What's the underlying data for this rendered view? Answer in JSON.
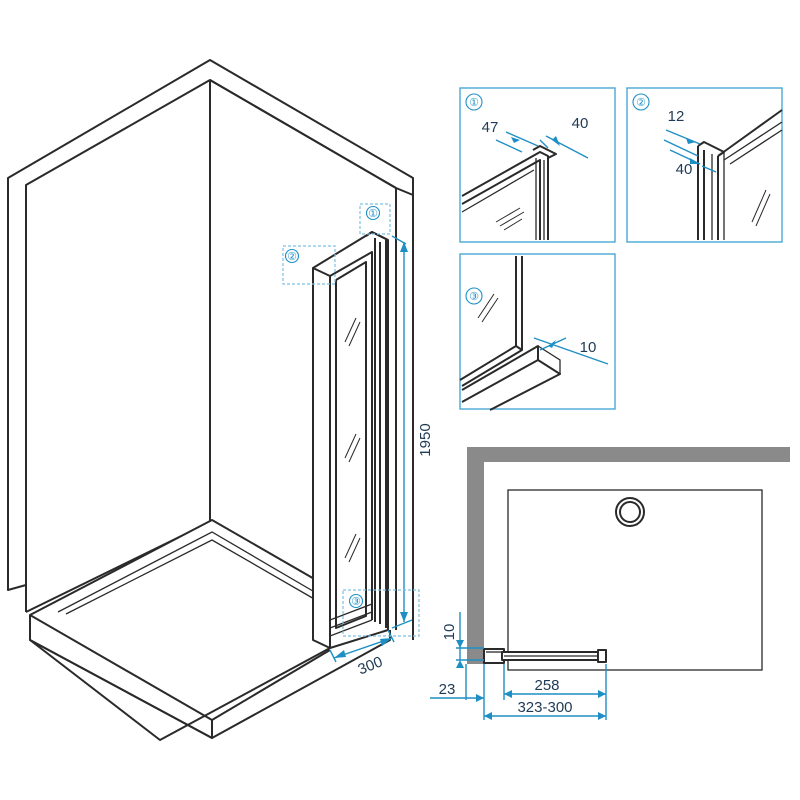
{
  "perspective": {
    "height_label": "1950",
    "width_label": "300",
    "callouts": [
      "①",
      "②",
      "③"
    ]
  },
  "detail_1": {
    "marker": "①",
    "dim_a": "47",
    "dim_b": "40"
  },
  "detail_2": {
    "marker": "②",
    "dim_a": "12",
    "dim_b": "40"
  },
  "detail_3": {
    "marker": "③",
    "dim_a": "10"
  },
  "plan": {
    "dim_height": "10",
    "dim_offset": "23",
    "dim_glass": "258",
    "dim_range": "323-300"
  }
}
